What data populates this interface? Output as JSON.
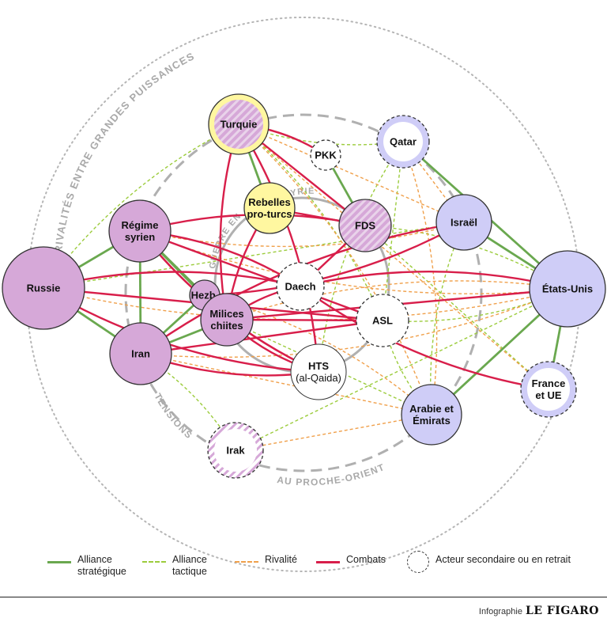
{
  "outer_ring_label": "RIVALITÉS ENTRE GRANDES PUISSANCES",
  "middle_ring_label_left": "TENSIONS",
  "middle_ring_label_bottom": "AU PROCHE-ORIENT",
  "inner_ring_label_top": "SYRIE",
  "inner_ring_label_left": "GUERRE EN",
  "colors": {
    "alliance_strategique": "#6aa84f",
    "alliance_tactique": "#9ccc3d",
    "rivalite": "#f0a04b",
    "combats": "#d81e4a",
    "pro_regime": "#d6a8d8",
    "pro_occident": "#cfcdf7",
    "turc": "#fff7a0"
  },
  "nodes": [
    {
      "id": "russie",
      "lines": [
        "Russie"
      ],
      "fill": "#d6a8d8",
      "style": "solid"
    },
    {
      "id": "regime",
      "lines": [
        "Régime",
        "syrien"
      ],
      "fill": "#d6a8d8",
      "style": "solid"
    },
    {
      "id": "iran",
      "lines": [
        "Iran"
      ],
      "fill": "#d6a8d8",
      "style": "solid"
    },
    {
      "id": "hezb",
      "lines": [
        "Hezb."
      ],
      "fill": "#d6a8d8",
      "style": "solid"
    },
    {
      "id": "milices",
      "lines": [
        "Milices",
        "chiites"
      ],
      "fill": "#d6a8d8",
      "style": "solid"
    },
    {
      "id": "turquie",
      "lines": [
        "Turquie"
      ],
      "fill": "#fff7a0",
      "style": "solid-hatch"
    },
    {
      "id": "rebelles",
      "lines": [
        "Rebelles",
        "pro-turcs"
      ],
      "fill": "#fff7a0",
      "style": "solid"
    },
    {
      "id": "pkk",
      "lines": [
        "PKK"
      ],
      "fill": "#ffffff",
      "style": "dashed"
    },
    {
      "id": "fds",
      "lines": [
        "FDS"
      ],
      "fill": "#d6a8d8",
      "style": "hatch"
    },
    {
      "id": "qatar",
      "lines": [
        "Qatar"
      ],
      "fill": "#ffffff",
      "style": "dashed-ring"
    },
    {
      "id": "israel",
      "lines": [
        "Israël"
      ],
      "fill": "#cfcdf7",
      "style": "solid"
    },
    {
      "id": "usa",
      "lines": [
        "États-Unis"
      ],
      "fill": "#cfcdf7",
      "style": "solid"
    },
    {
      "id": "france",
      "lines": [
        "France",
        "et UE"
      ],
      "fill": "#ffffff",
      "style": "dashed-ring"
    },
    {
      "id": "arabie",
      "lines": [
        "Arabie et",
        "Émirats"
      ],
      "fill": "#cfcdf7",
      "style": "solid"
    },
    {
      "id": "irak",
      "lines": [
        "Irak"
      ],
      "fill": "#ffffff",
      "style": "dashed-ring-hatch"
    },
    {
      "id": "daech",
      "lines": [
        "Daech"
      ],
      "fill": "#ffffff",
      "style": "dashed"
    },
    {
      "id": "asl",
      "lines": [
        "ASL"
      ],
      "fill": "#ffffff",
      "style": "dashed"
    },
    {
      "id": "hts",
      "lines": [
        "HTS",
        "(al-Qaida)"
      ],
      "fill": "#ffffff",
      "style": "solid-thin"
    }
  ],
  "links": [
    {
      "from": "russie",
      "to": "regime",
      "type": "alliance_strategique"
    },
    {
      "from": "russie",
      "to": "iran",
      "type": "alliance_strategique"
    },
    {
      "from": "regime",
      "to": "iran",
      "type": "alliance_strategique"
    },
    {
      "from": "regime",
      "to": "hezb",
      "type": "alliance_strategique"
    },
    {
      "from": "regime",
      "to": "milices",
      "type": "alliance_strategique"
    },
    {
      "from": "iran",
      "to": "milices",
      "type": "alliance_strategique"
    },
    {
      "from": "iran",
      "to": "hezb",
      "type": "alliance_strategique"
    },
    {
      "from": "turquie",
      "to": "rebelles",
      "type": "alliance_strategique"
    },
    {
      "from": "fds",
      "to": "pkk",
      "type": "alliance_strategique"
    },
    {
      "from": "qatar",
      "to": "usa",
      "type": "alliance_strategique"
    },
    {
      "from": "israel",
      "to": "usa",
      "type": "alliance_strategique"
    },
    {
      "from": "arabie",
      "to": "usa",
      "type": "alliance_strategique"
    },
    {
      "from": "france",
      "to": "usa",
      "type": "alliance_strategique"
    },
    {
      "from": "russie",
      "to": "turquie",
      "type": "alliance_tactique"
    },
    {
      "from": "russie",
      "to": "israel",
      "type": "alliance_tactique"
    },
    {
      "from": "turquie",
      "to": "qatar",
      "type": "alliance_tactique"
    },
    {
      "from": "turquie",
      "to": "asl",
      "type": "alliance_tactique"
    },
    {
      "from": "qatar",
      "to": "asl",
      "type": "alliance_tactique"
    },
    {
      "from": "qatar",
      "to": "hts",
      "type": "alliance_tactique"
    },
    {
      "from": "iran",
      "to": "irak",
      "type": "alliance_tactique"
    },
    {
      "from": "irak",
      "to": "usa",
      "type": "alliance_tactique"
    },
    {
      "from": "usa",
      "to": "fds",
      "type": "alliance_tactique"
    },
    {
      "from": "usa",
      "to": "asl",
      "type": "alliance_tactique"
    },
    {
      "from": "france",
      "to": "fds",
      "type": "alliance_tactique"
    },
    {
      "from": "israel",
      "to": "arabie",
      "type": "alliance_tactique"
    },
    {
      "from": "arabie",
      "to": "asl",
      "type": "alliance_tactique"
    },
    {
      "from": "arabie",
      "to": "milices",
      "type": "alliance_tactique"
    },
    {
      "from": "russie",
      "to": "usa",
      "type": "rivalite"
    },
    {
      "from": "turquie",
      "to": "arabie",
      "type": "rivalite"
    },
    {
      "from": "turquie",
      "to": "israel",
      "type": "rivalite"
    },
    {
      "from": "regime",
      "to": "israel",
      "type": "rivalite"
    },
    {
      "from": "iran",
      "to": "israel",
      "type": "rivalite"
    },
    {
      "from": "iran",
      "to": "arabie",
      "type": "rivalite"
    },
    {
      "from": "iran",
      "to": "usa",
      "type": "rivalite"
    },
    {
      "from": "qatar",
      "to": "arabie",
      "type": "rivalite"
    },
    {
      "from": "qatar",
      "to": "israel",
      "type": "rivalite"
    },
    {
      "from": "hezb",
      "to": "israel",
      "type": "rivalite"
    },
    {
      "from": "milices",
      "to": "usa",
      "type": "rivalite"
    },
    {
      "from": "irak",
      "to": "arabie",
      "type": "rivalite"
    },
    {
      "from": "regime",
      "to": "usa",
      "type": "rivalite"
    },
    {
      "from": "hezb",
      "to": "arabie",
      "type": "rivalite"
    },
    {
      "from": "france",
      "to": "turquie",
      "type": "rivalite"
    },
    {
      "from": "turquie",
      "to": "pkk",
      "type": "combats"
    },
    {
      "from": "turquie",
      "to": "fds",
      "type": "combats"
    },
    {
      "from": "turquie",
      "to": "milices",
      "type": "combats"
    },
    {
      "from": "turquie",
      "to": "hts",
      "type": "combats"
    },
    {
      "from": "rebelles",
      "to": "fds",
      "type": "combats"
    },
    {
      "from": "rebelles",
      "to": "milices",
      "type": "combats"
    },
    {
      "from": "russie",
      "to": "daech",
      "type": "combats"
    },
    {
      "from": "russie",
      "to": "asl",
      "type": "combats"
    },
    {
      "from": "russie",
      "to": "hts",
      "type": "combats"
    },
    {
      "from": "regime",
      "to": "daech",
      "type": "combats"
    },
    {
      "from": "regime",
      "to": "asl",
      "type": "combats"
    },
    {
      "from": "regime",
      "to": "hts",
      "type": "combats"
    },
    {
      "from": "regime",
      "to": "fds",
      "type": "combats"
    },
    {
      "from": "iran",
      "to": "asl",
      "type": "combats"
    },
    {
      "from": "iran",
      "to": "hts",
      "type": "combats"
    },
    {
      "from": "iran",
      "to": "israel",
      "type": "combats"
    },
    {
      "from": "milices",
      "to": "asl",
      "type": "combats"
    },
    {
      "from": "milices",
      "to": "hts",
      "type": "combats"
    },
    {
      "from": "milices",
      "to": "daech",
      "type": "combats"
    },
    {
      "from": "milices",
      "to": "usa",
      "type": "combats"
    },
    {
      "from": "hezb",
      "to": "israel",
      "type": "combats"
    },
    {
      "from": "daech",
      "to": "usa",
      "type": "combats"
    },
    {
      "from": "daech",
      "to": "fds",
      "type": "combats"
    },
    {
      "from": "daech",
      "to": "france",
      "type": "combats"
    },
    {
      "from": "hts",
      "to": "regime",
      "type": "combats"
    }
  ],
  "legend": [
    {
      "key": "alliance_strategique",
      "label": "Alliance\nstratégique"
    },
    {
      "key": "alliance_tactique",
      "label": "Alliance\ntactique"
    },
    {
      "key": "rivalite",
      "label": "Rivalité"
    },
    {
      "key": "combats",
      "label": "Combats"
    },
    {
      "key": "secondaire",
      "label": "Acteur secondaire ou en retrait"
    }
  ],
  "credit": {
    "prefix": "Infographie",
    "brand": "LE FIGARO"
  }
}
